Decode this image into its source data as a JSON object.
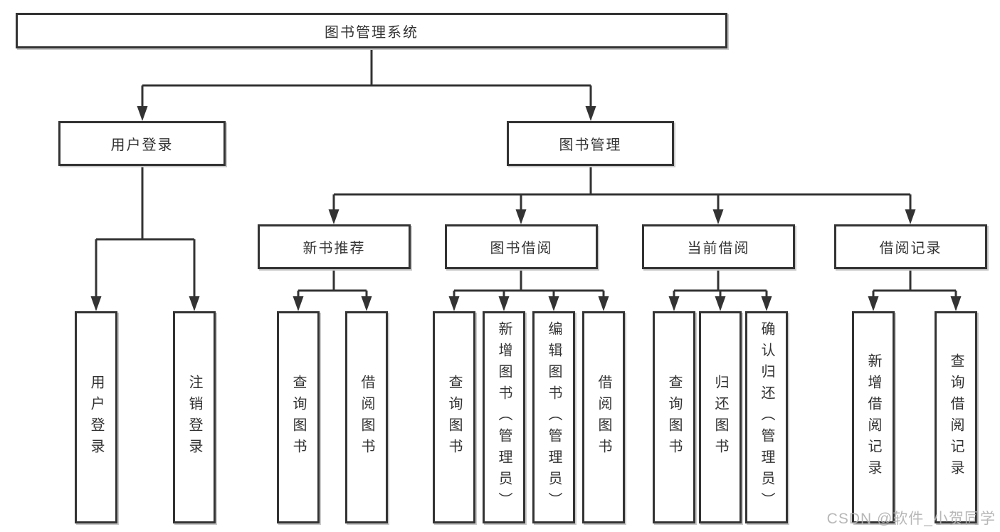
{
  "diagram": {
    "root": {
      "label": "图书管理系统"
    },
    "branches": [
      {
        "label": "用户登录",
        "children": [
          {
            "label": "用户登录"
          },
          {
            "label": "注销登录"
          }
        ]
      },
      {
        "label": "图书管理",
        "sections": [
          {
            "label": "新书推荐",
            "children": [
              {
                "label": "查询图书"
              },
              {
                "label": "借阅图书"
              }
            ]
          },
          {
            "label": "图书借阅",
            "children": [
              {
                "label": "查询图书"
              },
              {
                "label": "新增图书（管理员）"
              },
              {
                "label": "编辑图书（管理员）"
              },
              {
                "label": "借阅图书"
              }
            ]
          },
          {
            "label": "当前借阅",
            "children": [
              {
                "label": "查询图书"
              },
              {
                "label": "归还图书"
              },
              {
                "label": "确认归还（管理员）"
              }
            ]
          },
          {
            "label": "借阅记录",
            "children": [
              {
                "label": "新增借阅记录"
              },
              {
                "label": "查询借阅记录"
              }
            ]
          }
        ]
      }
    ],
    "watermark": "CSDN @软件_小贺同学"
  },
  "colors": {
    "line": "#333333",
    "box_border": "#333333",
    "text": "#333333",
    "watermark": "#b0b0b0",
    "background": "#ffffff"
  }
}
